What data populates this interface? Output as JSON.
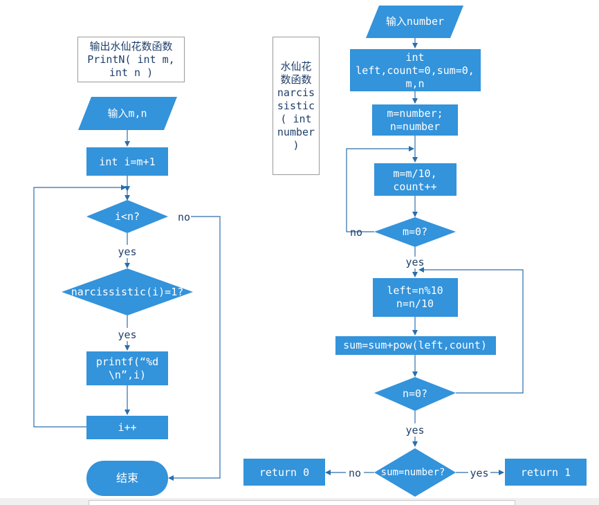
{
  "colors": {
    "fill": "#3393db",
    "line": "#2a6eac",
    "label": "#1f3f6a",
    "text_on_shape": "#ffffff"
  },
  "notes": {
    "printn": [
      "输出水仙花数函数",
      "PrintN( int m,",
      "int n )"
    ],
    "narcissistic": [
      "水仙花",
      "数函数",
      "narcis",
      "sistic",
      "( int",
      "number",
      ")"
    ]
  },
  "left_flow": {
    "input": "输入m,n",
    "init": "int i=m+1",
    "cond": "i<n?",
    "check": "narcissistic(i)=1?",
    "print": [
      "printf(“%d",
      "\\n”,i)"
    ],
    "inc": "i++",
    "end": "结束",
    "yes1": "yes",
    "yes2": "yes",
    "no": "no",
    "plus": "+"
  },
  "right_flow": {
    "input": "输入number",
    "decl": [
      "int",
      "left,count=0,sum=0,",
      "m,n"
    ],
    "assign": [
      "m=number;",
      "n=number"
    ],
    "divide": [
      "m=m/10,",
      "count++"
    ],
    "cond_m": "m=0?",
    "no_m": "no",
    "yes_m": "yes",
    "mod": [
      "left=n%10",
      "n=n/10"
    ],
    "sum": "sum=sum+pow(left,count)",
    "cond_n": "n=0?",
    "yes_n": "yes",
    "cond_sum": "sum=number?",
    "no_sum": "no",
    "yes_sum": "yes",
    "ret0": "return 0",
    "ret1": "return 1"
  }
}
